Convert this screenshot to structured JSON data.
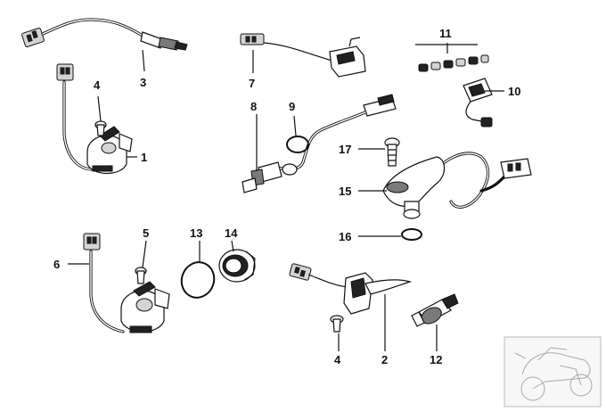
{
  "callouts": [
    "1",
    "2",
    "3",
    "4",
    "4",
    "5",
    "6",
    "7",
    "8",
    "9",
    "10",
    "11",
    "12",
    "13",
    "14",
    "15",
    "16",
    "17"
  ],
  "thumbnail_icon": "motorcycle-thumbnail-icon"
}
